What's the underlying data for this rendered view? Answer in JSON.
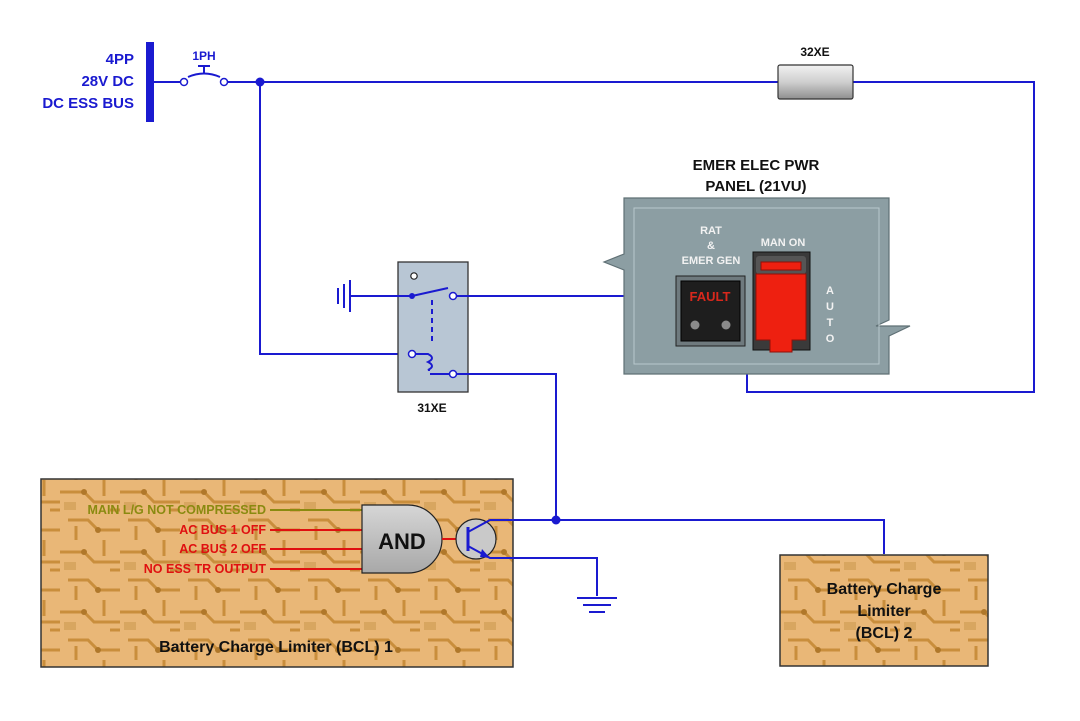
{
  "bus": {
    "line1": "4PP",
    "line2": "28V DC",
    "line3": "DC ESS BUS"
  },
  "breaker": {
    "label": "1PH"
  },
  "fuse": {
    "label": "32XE"
  },
  "relay": {
    "label": "31XE"
  },
  "panel": {
    "title_line1": "EMER ELEC PWR",
    "title_line2": "PANEL (21VU)",
    "pb_label_line1": "RAT",
    "pb_label_line2": "&",
    "pb_label_line3": "EMER GEN",
    "fault": "FAULT",
    "man_on": "MAN ON",
    "auto_letters": [
      "A",
      "U",
      "T",
      "O"
    ]
  },
  "bcl1": {
    "inputs": [
      "MAIN L/G NOT COMPRESSED",
      "AC BUS 1 OFF",
      "AC BUS 2 OFF",
      "NO ESS TR OUTPUT"
    ],
    "gate": "AND",
    "title": "Battery Charge Limiter (BCL) 1"
  },
  "bcl2": {
    "line1": "Battery Charge",
    "line2": "Limiter",
    "line3": "(BCL) 2"
  },
  "colors": {
    "wire": "#1a1ad0",
    "bus": "#1a1ad0",
    "input_olive": "#8a8a10",
    "input_red": "#e01010",
    "panel": "#8c9ea3",
    "guard": "#ee2010"
  }
}
